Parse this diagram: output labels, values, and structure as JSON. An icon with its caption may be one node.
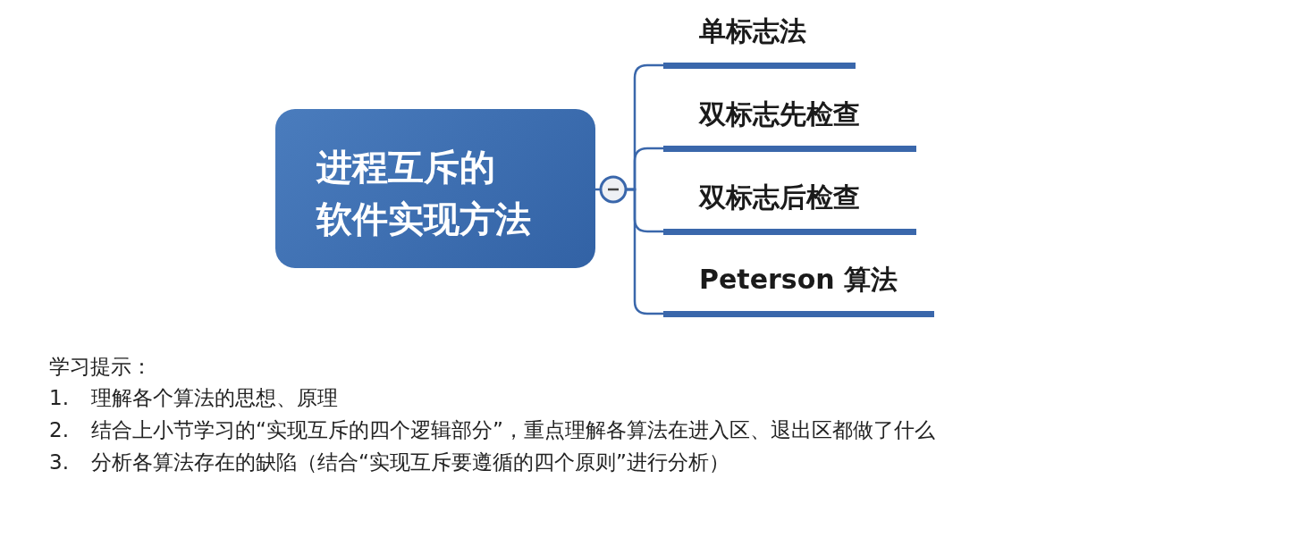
{
  "diagram": {
    "nodes": [
      {
        "text": [
          "进程互斥的软件实现方法"
        ]
      },
      {
        "text": [],
        "shape": "circle"
      },
      {
        "text": [
          "单标志法"
        ]
      },
      {
        "text": [
          "双标志先检查"
        ]
      },
      {
        "text": [
          "双标志后检查"
        ]
      },
      {
        "text": [
          "Peterson 算法"
        ]
      }
    ],
    "edges": [
      {
        "from": 0,
        "to": 1,
        "arrow": "none"
      },
      {
        "from": 1,
        "to": 2,
        "arrow": "none"
      },
      {
        "from": 1,
        "to": 3,
        "arrow": "none"
      },
      {
        "from": 1,
        "to": 4,
        "arrow": "none"
      },
      {
        "from": 1,
        "to": 5,
        "arrow": "none"
      }
    ],
    "labels": [
      "学习提示：",
      "1.",
      "理解各个算法的思想、原理",
      "2.",
      "结合上小节学习的“实现互斥的四个逻辑部分”，重点理解各算法在进入区、退出区都做了什么",
      "3.",
      "分析各算法存在的缺陷（结合“实现互斥要遵循的四个原则”进行分析）"
    ]
  }
}
